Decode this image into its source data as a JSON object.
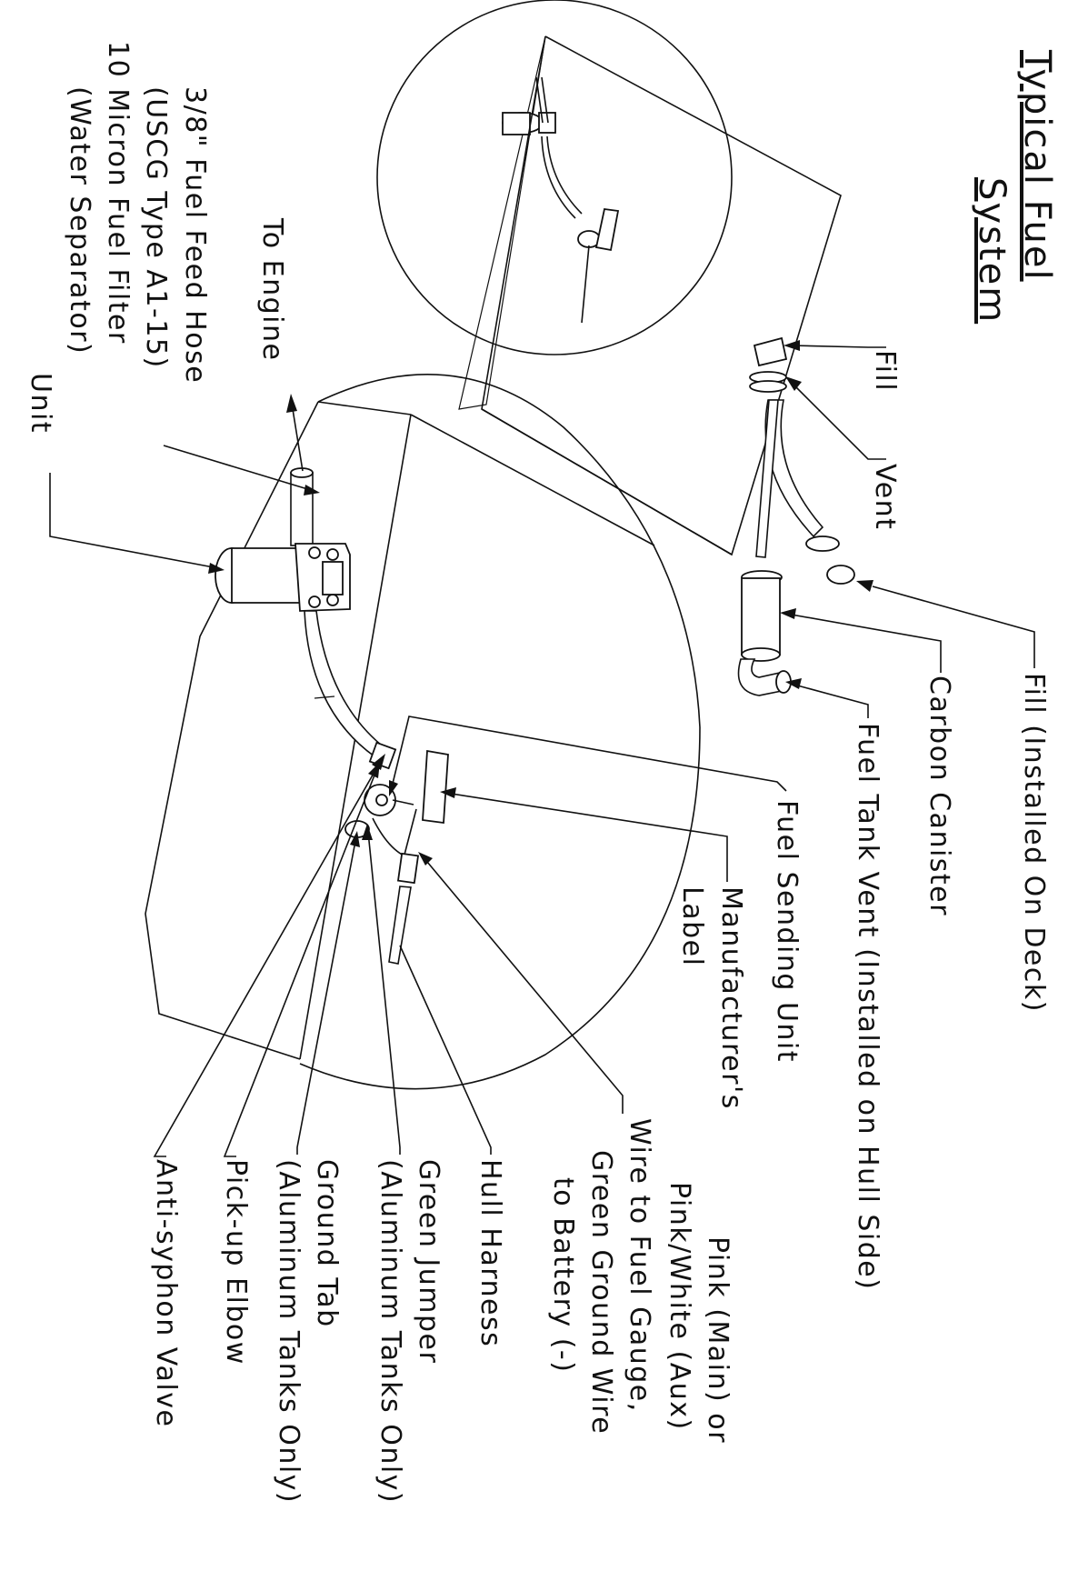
{
  "title": {
    "line1": "Typical Fuel",
    "line2": "System"
  },
  "labels": {
    "fill_top": "Fill",
    "vent": "Vent",
    "fill_deck": "Fill (Installed On Deck)",
    "carbon_canister": "Carbon Canister",
    "fuel_tank_vent": "Fuel Tank Vent (Installed on Hull Side)",
    "fuel_sending_unit": "Fuel Sending Unit",
    "manufacturers_label_1": "Manufacturer's",
    "manufacturers_label_2": "Label",
    "pink_main": "Pink (Main) or",
    "pink_white_aux": "Pink/White (Aux)",
    "wire_to_fuel_gauge": "Wire to Fuel Gauge,",
    "green_ground_wire": "Green Ground Wire",
    "to_battery": "to Battery (-)",
    "hull_harness": "Hull Harness",
    "green_jumper": "Green Jumper",
    "aluminum_tanks_only_1": "(Aluminum Tanks Only)",
    "ground_tab": "Ground Tab",
    "aluminum_tanks_only_2": "(Aluminum Tanks Only)",
    "pickup_elbow": "Pick-up Elbow",
    "anti_syphon_valve": "Anti-syphon Valve",
    "to_engine": "To Engine",
    "fuel_feed_hose": "3/8\" Fuel Feed Hose",
    "uscg_type": "(USCG Type A1-15)",
    "micron_filter": "10 Micron Fuel Filter",
    "water_separator": "(Water Separator)",
    "unit": "Unit"
  }
}
